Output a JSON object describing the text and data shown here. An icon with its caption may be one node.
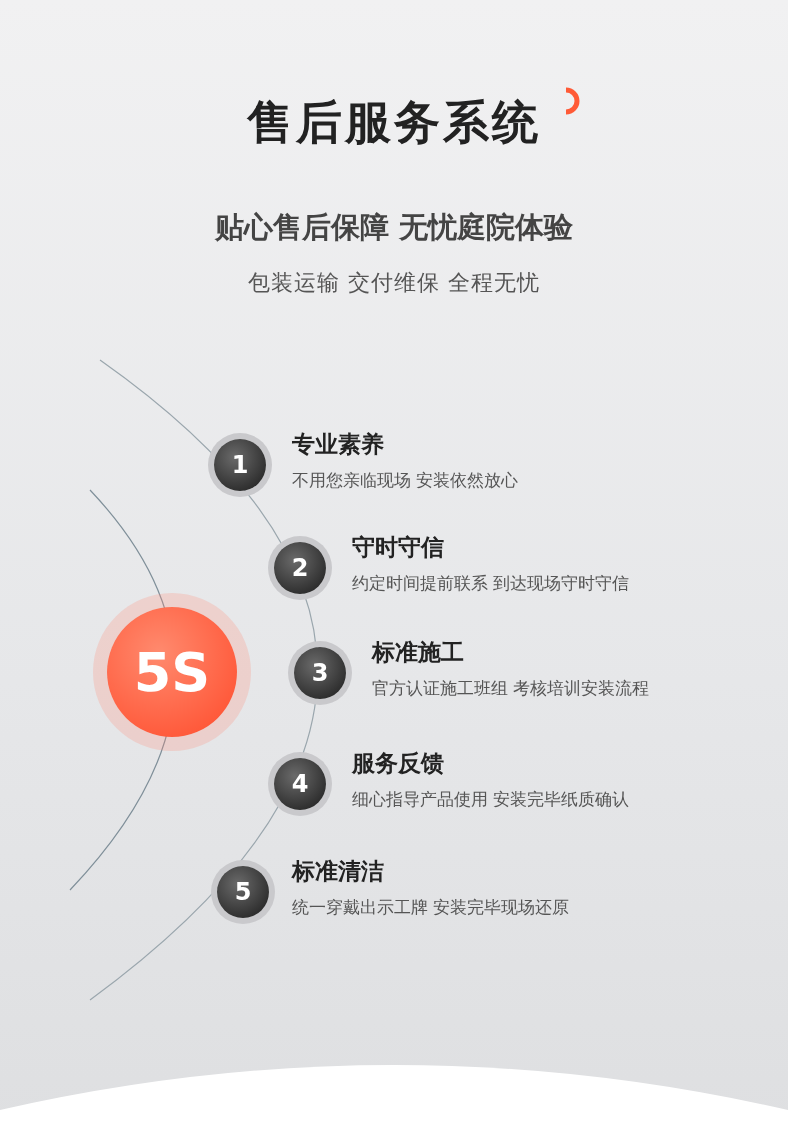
{
  "diagram": {
    "title": "售后服务系统",
    "nodes": [
      {
        "text": [
          "5S"
        ]
      },
      {
        "text": [
          "1"
        ],
        "beside": [
          "专业素养",
          "不用您亲临现场 安装依然放心"
        ]
      },
      {
        "text": [
          "2"
        ],
        "beside": [
          "守时守信",
          "约定时间提前联系 到达现场守时守信"
        ]
      },
      {
        "text": [
          "3"
        ],
        "beside": [
          "标准施工",
          "官方认证施工班组 考核培训安装流程"
        ]
      },
      {
        "text": [
          "4"
        ],
        "beside": [
          "服务反馈",
          "细心指导产品使用 安装完毕纸质确认"
        ]
      },
      {
        "text": [
          "5"
        ],
        "beside": [
          "标准清洁",
          "统一穿戴出示工牌 安装完毕现场还原"
        ]
      }
    ],
    "edges": [],
    "labels": [
      "贴心售后保障 无忧庭院体验",
      "包装运输 交付维保 全程无忧"
    ]
  }
}
